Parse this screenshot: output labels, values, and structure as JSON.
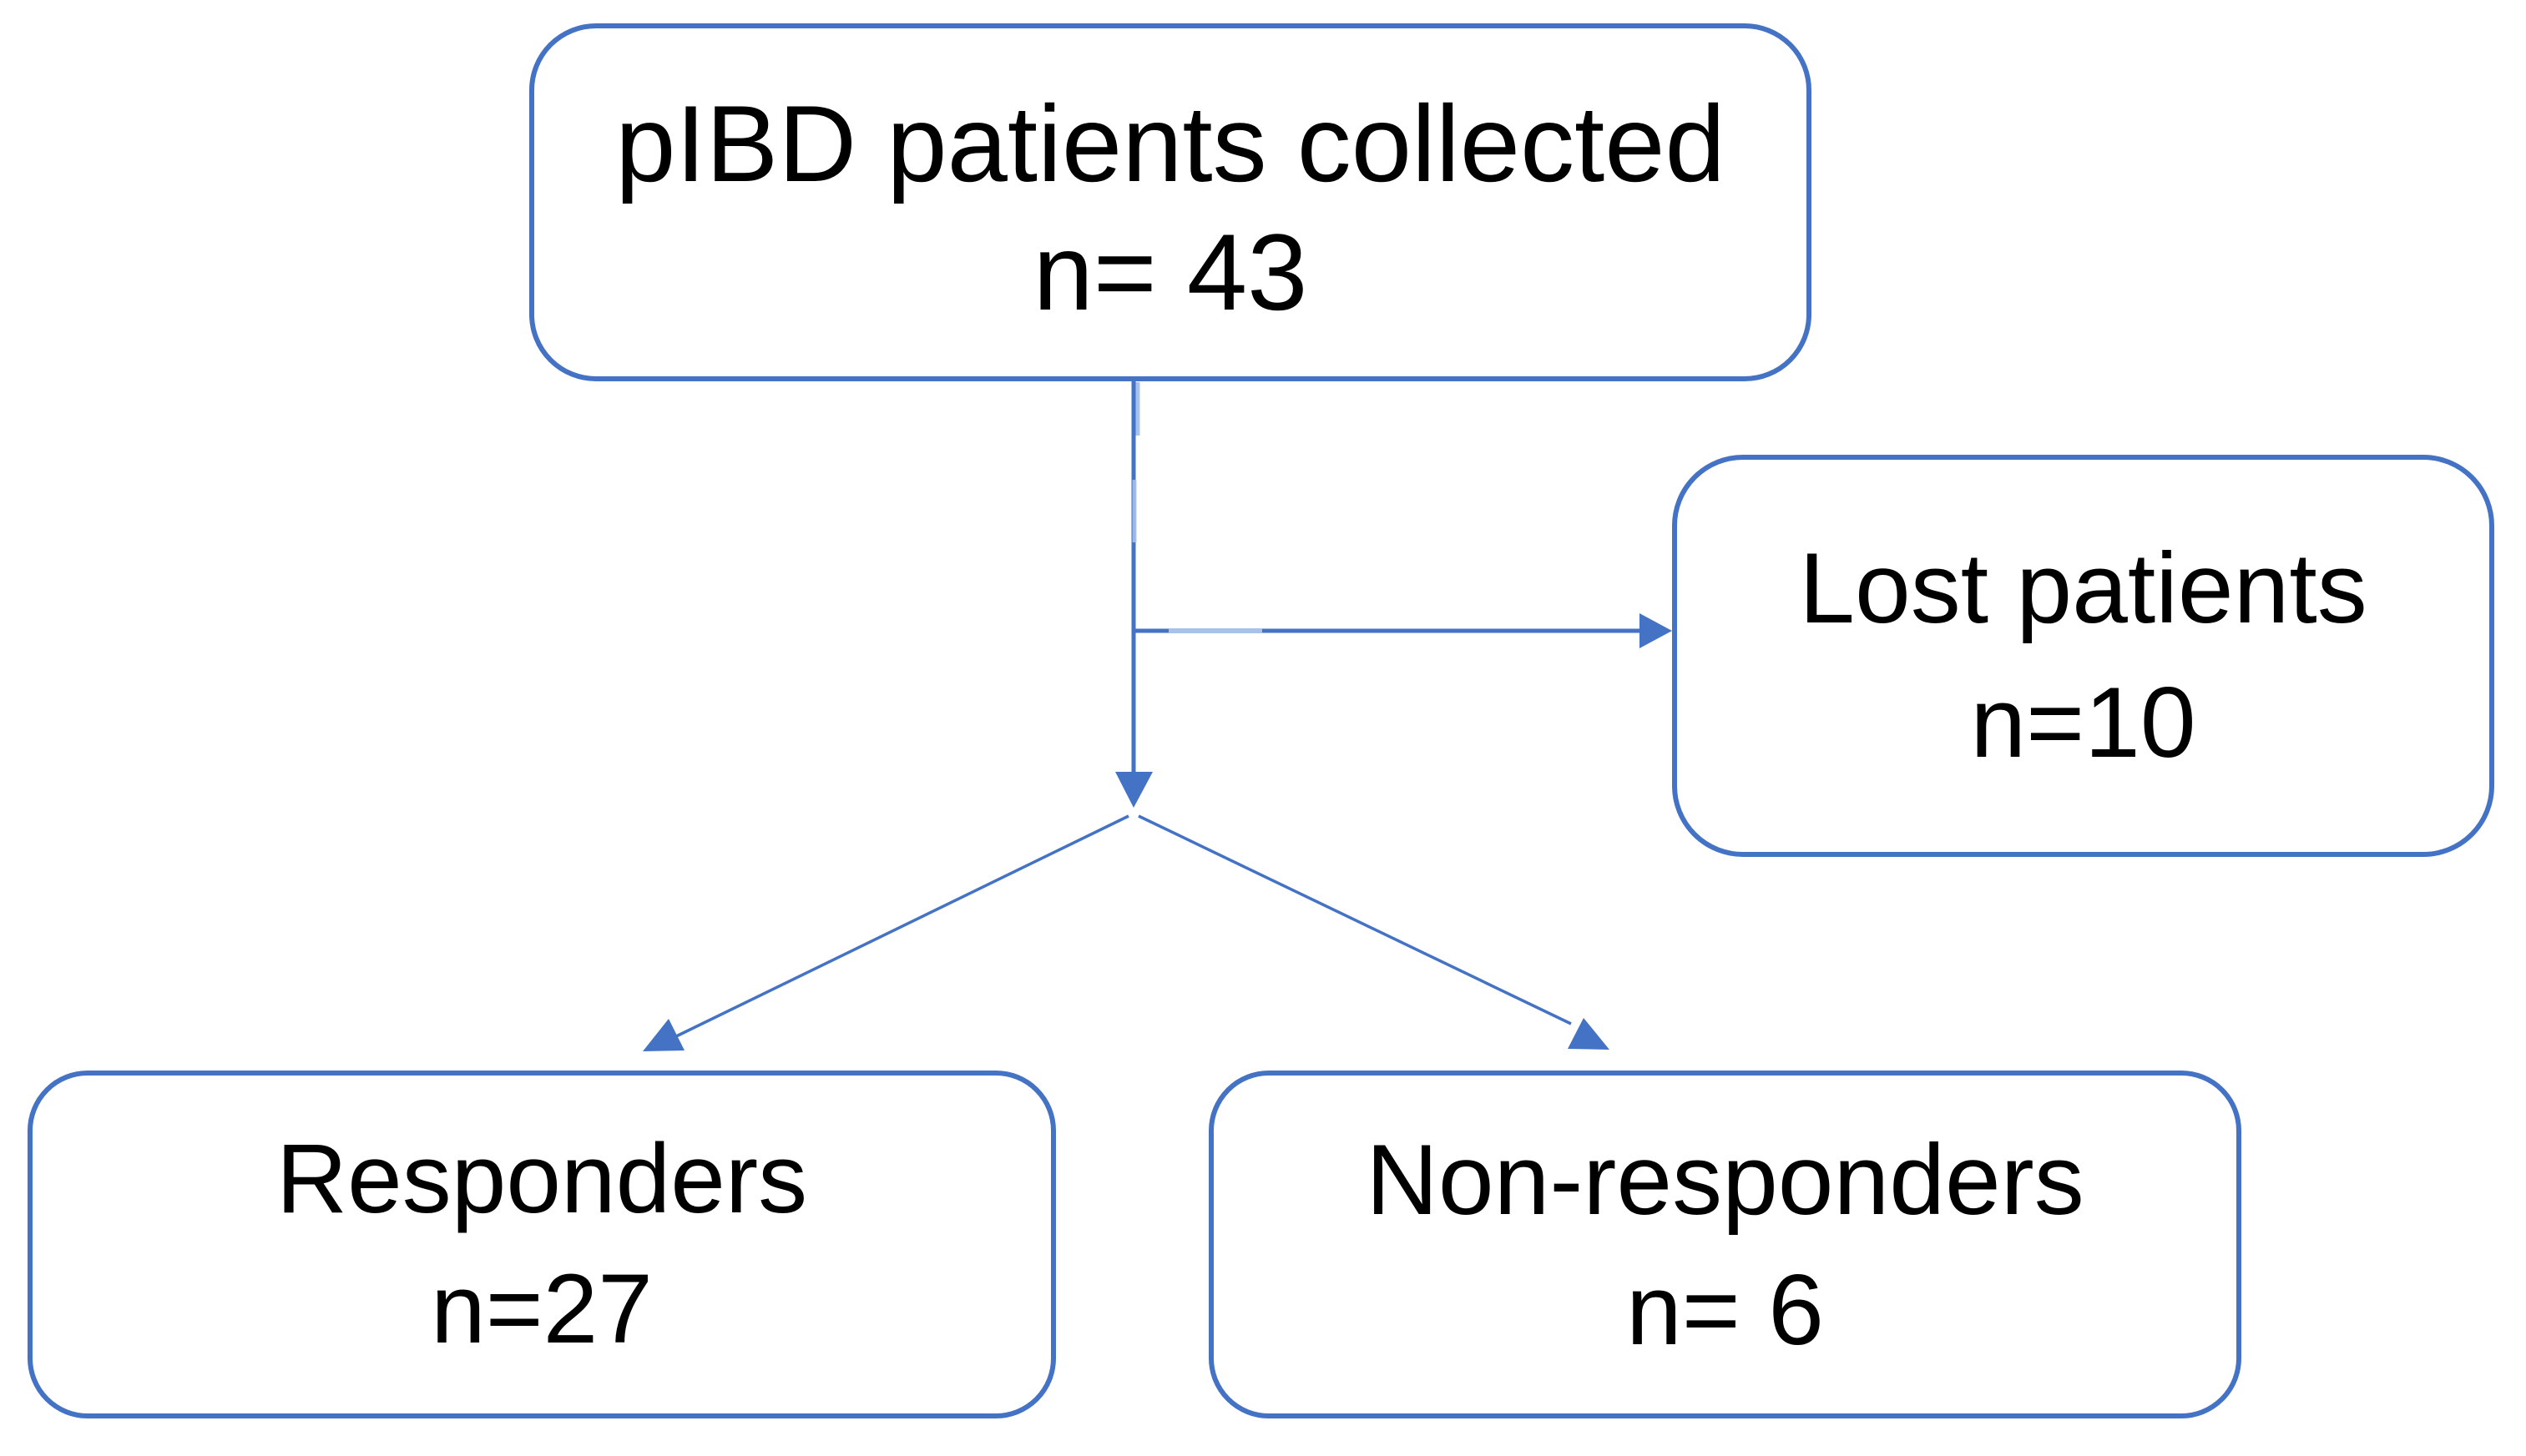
{
  "diagram": {
    "title": "pIBD patient flow diagram",
    "accent_color": "#4472C4",
    "light_accent_color": "#A9C2EA",
    "text_color": "#000000",
    "background_color": "#FFFFFF",
    "nodes": {
      "root": {
        "line1": "pIBD patients collected",
        "line2": "n= 43"
      },
      "lost": {
        "line1": "Lost patients",
        "line2": "n=10"
      },
      "responders": {
        "line1": "Responders",
        "line2": "n=27"
      },
      "non_responders": {
        "line1": "Non-responders",
        "line2": "n= 6"
      }
    },
    "edges": [
      {
        "from": "root",
        "to": "split-point",
        "style": "solid-arrow-down"
      },
      {
        "from": "root",
        "to": "lost",
        "style": "solid-arrow-right"
      },
      {
        "from": "split-point",
        "to": "responders",
        "style": "thin-arrow-diagonal"
      },
      {
        "from": "split-point",
        "to": "non_responders",
        "style": "thin-arrow-diagonal"
      }
    ]
  }
}
